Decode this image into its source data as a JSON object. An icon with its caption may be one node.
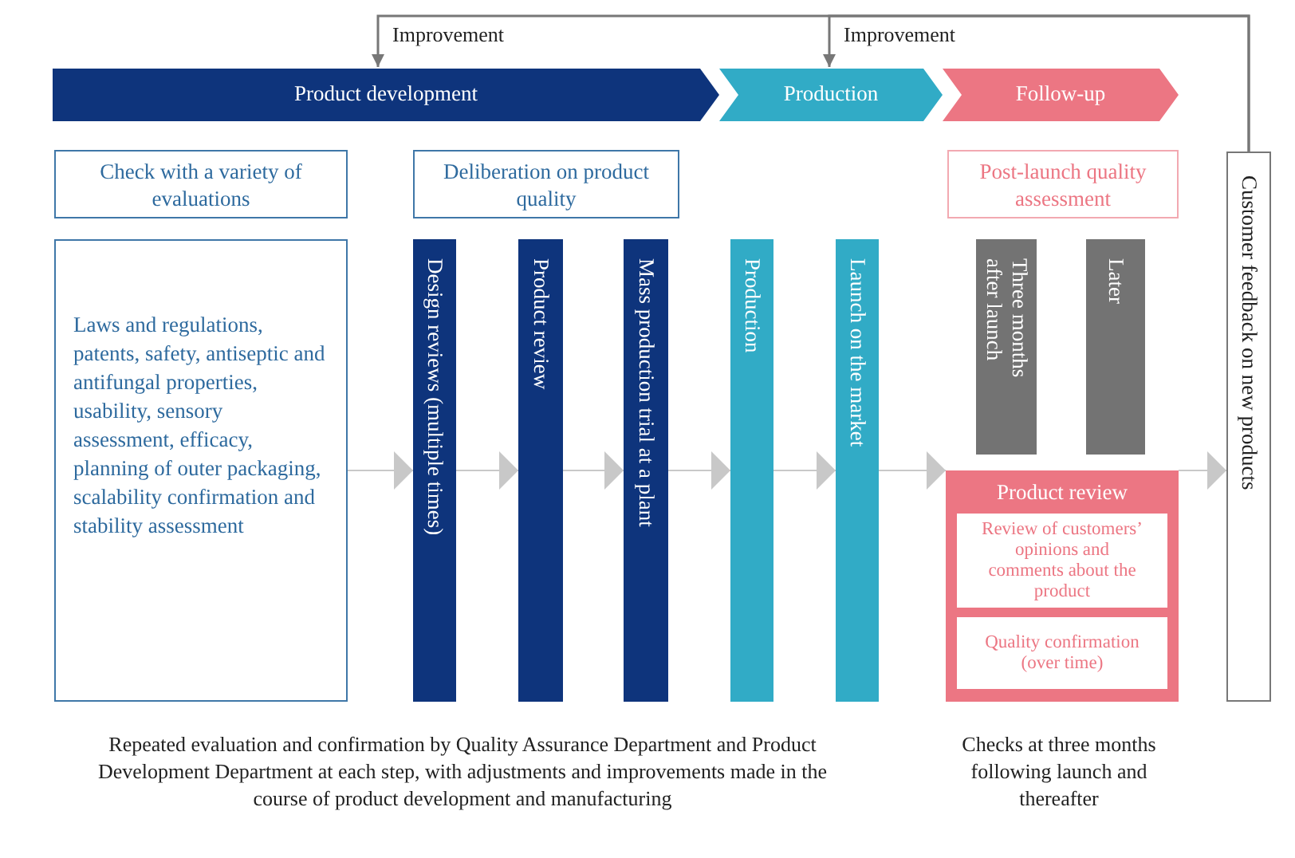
{
  "diagram": {
    "nodes": [
      {
        "text": [
          "Product development"
        ]
      },
      {
        "text": [
          "Production"
        ]
      },
      {
        "text": [
          "Follow-up"
        ]
      },
      {
        "text": [
          "Check with a variety of evaluations"
        ]
      },
      {
        "text": [
          "Deliberation on product quality"
        ]
      },
      {
        "text": [
          "Post-launch quality assessment"
        ]
      },
      {
        "text": [
          "Laws and regulations, patents, safety, antiseptic and antifungal properties, usability, sensory assessment, efficacy, planning of outer packaging, scalability confirmation and stability assessment"
        ]
      },
      {
        "text": [
          "Design reviews (multiple times)"
        ]
      },
      {
        "text": [
          "Product review"
        ]
      },
      {
        "text": [
          "Mass production trial at a plant"
        ]
      },
      {
        "text": [
          "Production"
        ]
      },
      {
        "text": [
          "Launch on the market"
        ]
      },
      {
        "text": [
          "Three months after launch"
        ]
      },
      {
        "text": [
          "Later"
        ]
      },
      {
        "text": [
          "Product review"
        ]
      },
      {
        "text": [
          "Review of customers’ opinions and comments about the product"
        ],
        "in": 14
      },
      {
        "text": [
          "Quality confirmation (over time)"
        ],
        "in": 14
      },
      {
        "text": [
          "Customer feedback on new products"
        ]
      }
    ],
    "edges": [
      {
        "from": 17,
        "to": 0,
        "arrow": "to",
        "label": "Improvement"
      },
      {
        "from": 17,
        "to": 1,
        "arrow": "to",
        "label": "Improvement"
      },
      {
        "from": 6,
        "to": 7,
        "arrow": "to"
      },
      {
        "from": 7,
        "to": 8,
        "arrow": "to"
      },
      {
        "from": 8,
        "to": 9,
        "arrow": "to"
      },
      {
        "from": 9,
        "to": 10,
        "arrow": "to"
      },
      {
        "from": 10,
        "to": 11,
        "arrow": "to"
      },
      {
        "from": 11,
        "to": 14,
        "arrow": "to"
      },
      {
        "from": 14,
        "to": 17,
        "arrow": "to"
      }
    ],
    "labels": [
      "Repeated evaluation and confirmation by Quality Assurance Department and Product Development Department at each step, with adjustments and improvements made in the course of product development and manufacturing",
      "Checks at three months following launch and thereafter"
    ]
  }
}
